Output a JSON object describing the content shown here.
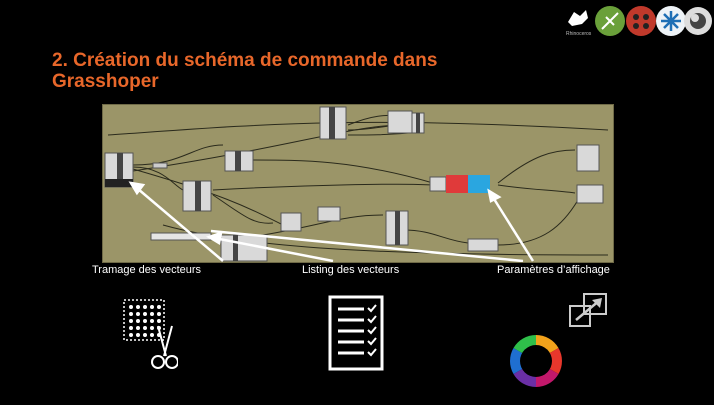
{
  "slide": {
    "title_line1": "2. Création du schéma de commande dans",
    "title_line2": "Grasshoper",
    "logo_text": "Rhinoceros"
  },
  "captions": {
    "tramage": "Tramage des vecteurs",
    "listing": "Listing des vecteurs",
    "parametres": "Paramètres d’affichage"
  },
  "icons": {
    "tramage": "grid-scissors-icon",
    "listing": "checklist-icon",
    "parametres_top": "resize-arrow-icon",
    "parametres_bottom": "color-wheel-icon"
  },
  "colors": {
    "title": "#e8672a",
    "canvas": "#9b9568",
    "background": "#000000"
  }
}
